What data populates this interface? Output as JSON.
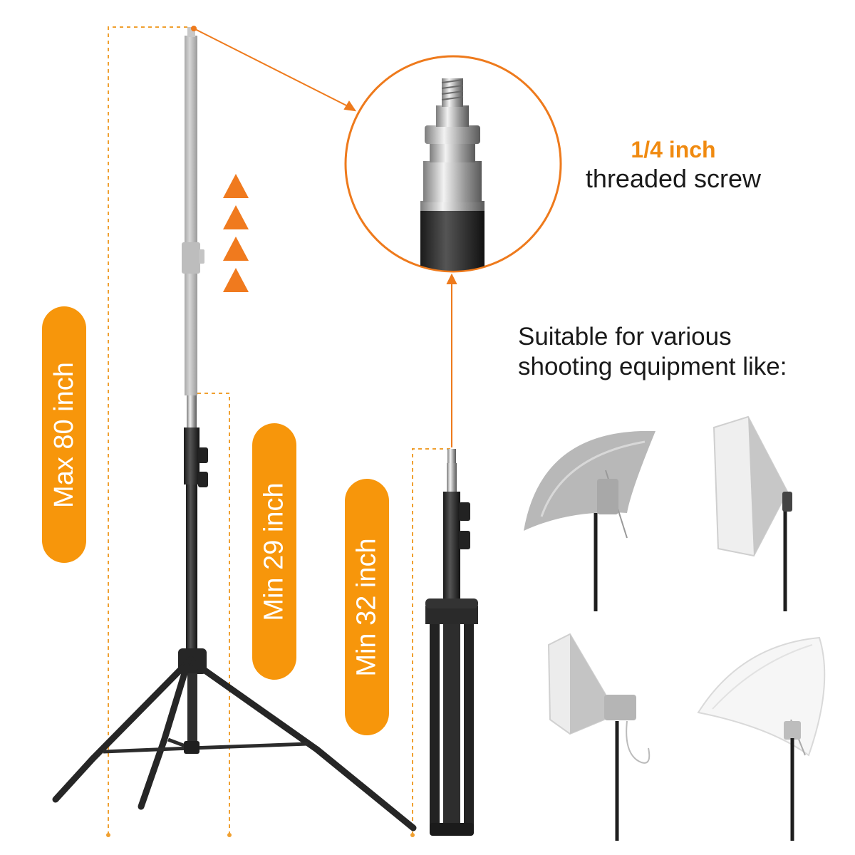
{
  "pills": {
    "max_height": "Max 80 inch",
    "min_height_tall": "Min 29 inch",
    "min_height_folded": "Min 32 inch"
  },
  "callout": {
    "title": "1/4 inch",
    "subtitle": "threaded screw"
  },
  "accessories": {
    "heading_line1": "Suitable for various",
    "heading_line2": "shooting equipment like:",
    "items": [
      "reflective-umbrella",
      "square-softbox",
      "octagon-softbox",
      "white-umbrella"
    ]
  },
  "colors": {
    "accent": "#f7960b",
    "dashed_line": "#f0a030",
    "callout_ring": "#ee7a1c",
    "stand_black": "#2a2a2a",
    "stand_grey": "#b9b9b9"
  }
}
